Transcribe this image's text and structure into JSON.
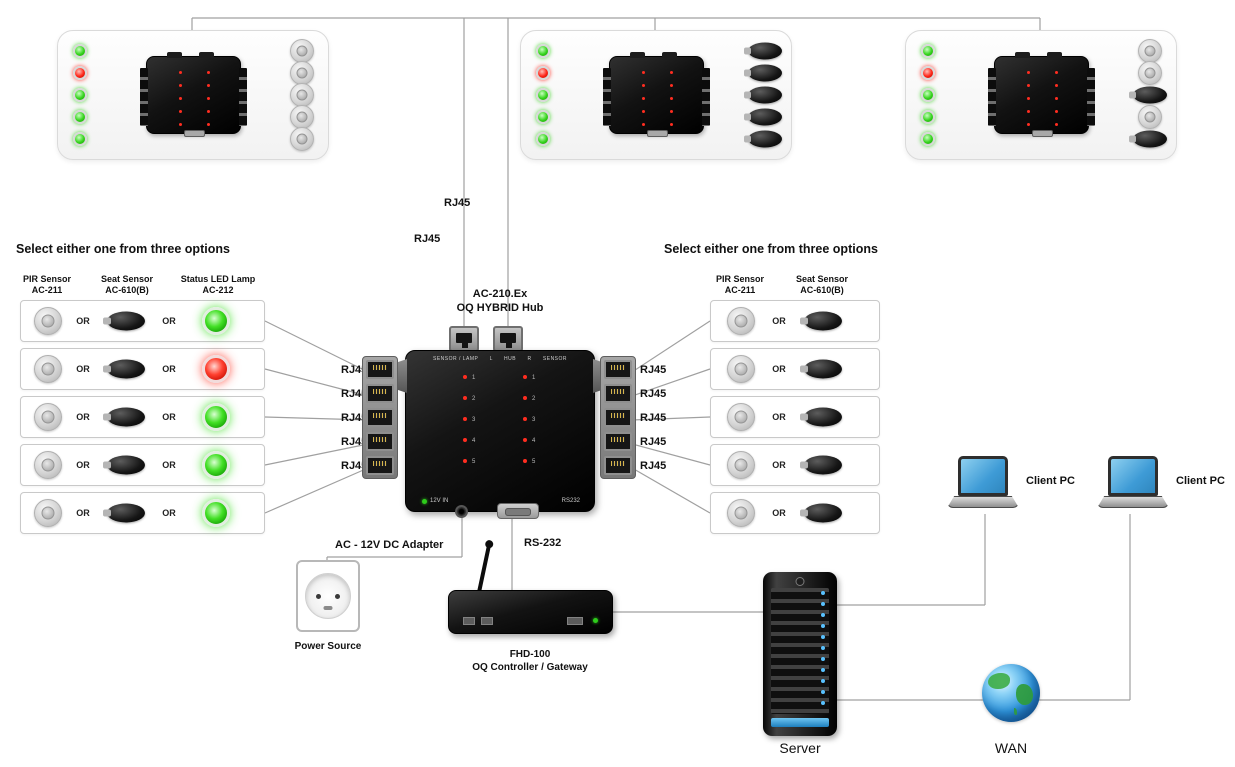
{
  "labels": {
    "rj45": "RJ45",
    "or": "OR"
  },
  "hub": {
    "model": "AC-210.Ex",
    "name": "OQ HYBRID Hub",
    "panel_strip": "SENSOR / LAMP      L      HUB      R      SENSOR",
    "channel_numbers": "1\n2\n3\n4\n5",
    "power_port_label": "12V IN",
    "serial_port_label": "RS232"
  },
  "left_options": {
    "title": "Select either one from three options",
    "columns": [
      {
        "name": "PIR Sensor",
        "model": "AC-211"
      },
      {
        "name": "Seat Sensor",
        "model": "AC-610(B)"
      },
      {
        "name": "Status LED Lamp",
        "model": "AC-212"
      }
    ],
    "rows": [
      {
        "lamp": "green"
      },
      {
        "lamp": "red"
      },
      {
        "lamp": "green"
      },
      {
        "lamp": "green"
      },
      {
        "lamp": "green"
      }
    ]
  },
  "right_options": {
    "title": "Select either one from three options",
    "columns": [
      {
        "name": "PIR Sensor",
        "model": "AC-211"
      },
      {
        "name": "Seat Sensor",
        "model": "AC-610(B)"
      }
    ]
  },
  "zone_hubs": [
    {
      "leds": [
        "green",
        "red",
        "green",
        "green",
        "green"
      ],
      "devices": [
        "dome",
        "dome",
        "dome",
        "dome",
        "dome"
      ]
    },
    {
      "leds": [
        "green",
        "red",
        "green",
        "green",
        "green"
      ],
      "devices": [
        "seat",
        "seat",
        "seat",
        "seat",
        "seat"
      ]
    },
    {
      "leds": [
        "green",
        "red",
        "green",
        "green",
        "green"
      ],
      "devices": [
        "dome",
        "dome",
        "seat",
        "dome",
        "seat"
      ]
    }
  ],
  "power": {
    "adapter_label": "AC - 12V DC Adapter",
    "source_label": "Power Source"
  },
  "controller": {
    "serial_label": "RS-232",
    "model": "FHD-100",
    "name": "OQ Controller / Gateway"
  },
  "network": {
    "server_label": "Server",
    "wan_label": "WAN",
    "client_pc_label": "Client PC"
  },
  "colors": {
    "led_green": "#2ecc1b",
    "led_red": "#ff2417",
    "wire": "#a0a0a0"
  }
}
